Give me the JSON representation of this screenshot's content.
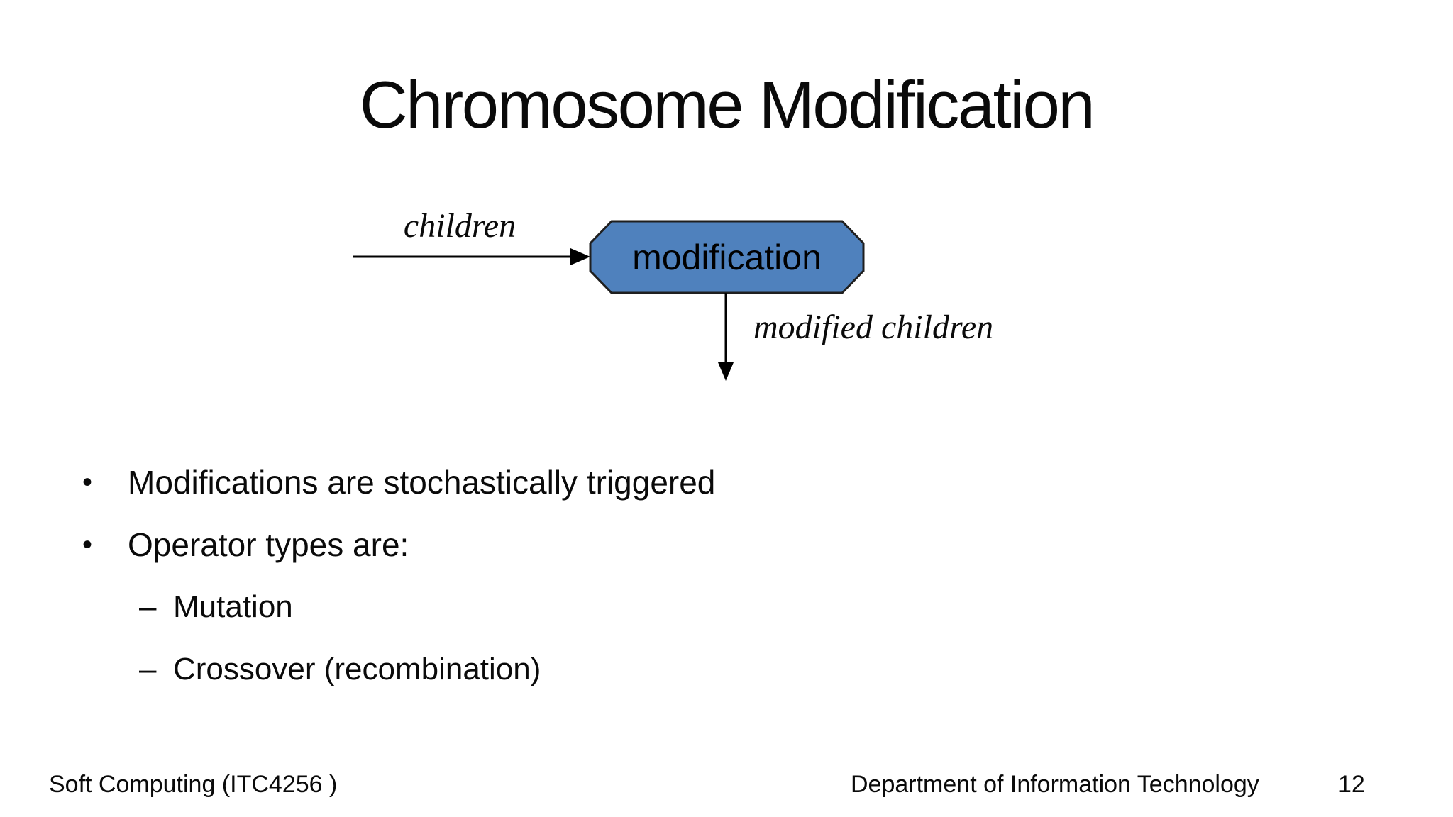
{
  "slide": {
    "title": "Chromosome Modification",
    "diagram": {
      "input_label": "children",
      "node_label": "modification",
      "output_label": "modified children",
      "node_fill_color": "#4F81BD",
      "node_border_color": "#1F1F1F",
      "arrow_color": "#000000"
    },
    "bullets": [
      {
        "level": 1,
        "marker": "•",
        "text": "Modifications are stochastically triggered"
      },
      {
        "level": 1,
        "marker": "•",
        "text": "Operator types are:"
      },
      {
        "level": 2,
        "marker": "–",
        "text": "Mutation"
      },
      {
        "level": 2,
        "marker": "–",
        "text": "Crossover (recombination)"
      }
    ],
    "footer": {
      "left": "Soft Computing (ITC4256 )",
      "center": "Department of Information Technology",
      "page": "12"
    }
  }
}
